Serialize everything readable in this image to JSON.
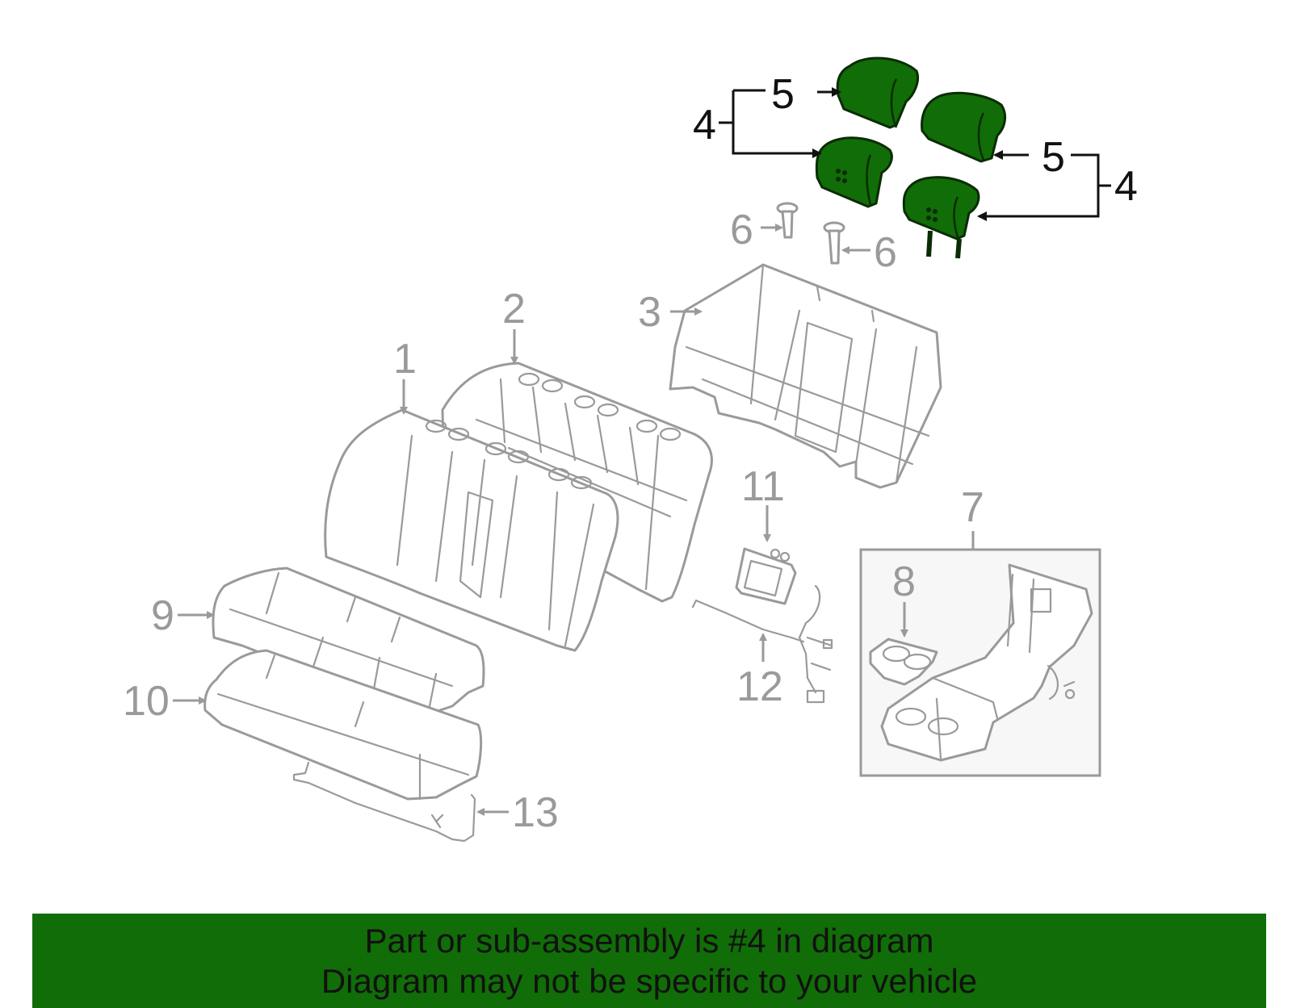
{
  "callouts": {
    "c1": "1",
    "c2": "2",
    "c3": "3",
    "c4a": "4",
    "c4b": "4",
    "c5a": "5",
    "c5b": "5",
    "c6a": "6",
    "c6b": "6",
    "c7": "7",
    "c8": "8",
    "c9": "9",
    "c10": "10",
    "c11": "11",
    "c12": "12",
    "c13": "13"
  },
  "highlight": {
    "part_number": "4",
    "color": "#116d07"
  },
  "banner": {
    "line1": "Part or sub-assembly is #4 in diagram",
    "line2": "Diagram may not be specific to your vehicle",
    "background": "#116d07"
  }
}
